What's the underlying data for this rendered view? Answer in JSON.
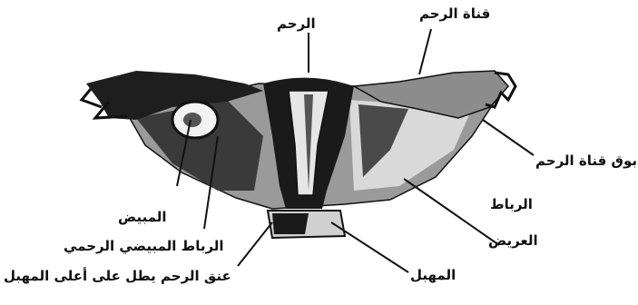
{
  "diagram": {
    "labels": {
      "uterus": "الرحم",
      "fallopian_tube": "قناة الرحم",
      "tube_trumpet": "بوق قناة الرحم",
      "broad_ligament_line1": "الرباط",
      "broad_ligament_line2": "العريض",
      "ovary": "المبيض",
      "utero_ovarian_ligament": "الرباط المبيضي الرحمي",
      "cervix_into_vagina": "عنق الرحم يطل على أعلى المهبل",
      "vagina": "المهبل"
    },
    "colors": {
      "ink": "#111111",
      "tissue_dark": "#2a2a2a",
      "tissue_mid": "#6b6b6b",
      "tissue_light": "#bdbdbd",
      "background": "#ffffff"
    }
  }
}
